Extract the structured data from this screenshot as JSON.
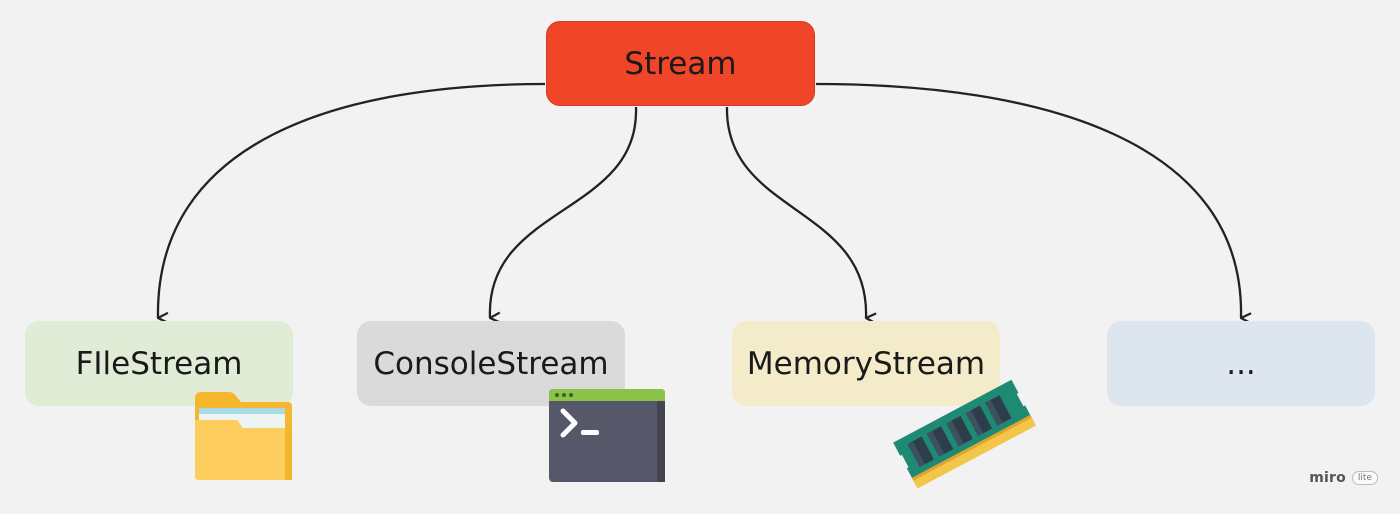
{
  "diagram": {
    "root": {
      "label": "Stream",
      "color": "#f04528"
    },
    "children": [
      {
        "label": "FIleStream",
        "color": "#e1ecd6",
        "icon": "folder-icon"
      },
      {
        "label": "ConsoleStream",
        "color": "#dadada",
        "icon": "terminal-icon"
      },
      {
        "label": "MemoryStream",
        "color": "#f4ebcb",
        "icon": "memory-module-icon"
      },
      {
        "label": "...",
        "color": "#dde6ef",
        "icon": ""
      }
    ],
    "edge_color": "#222222"
  },
  "watermark": {
    "name": "miro",
    "badge": "lite"
  }
}
